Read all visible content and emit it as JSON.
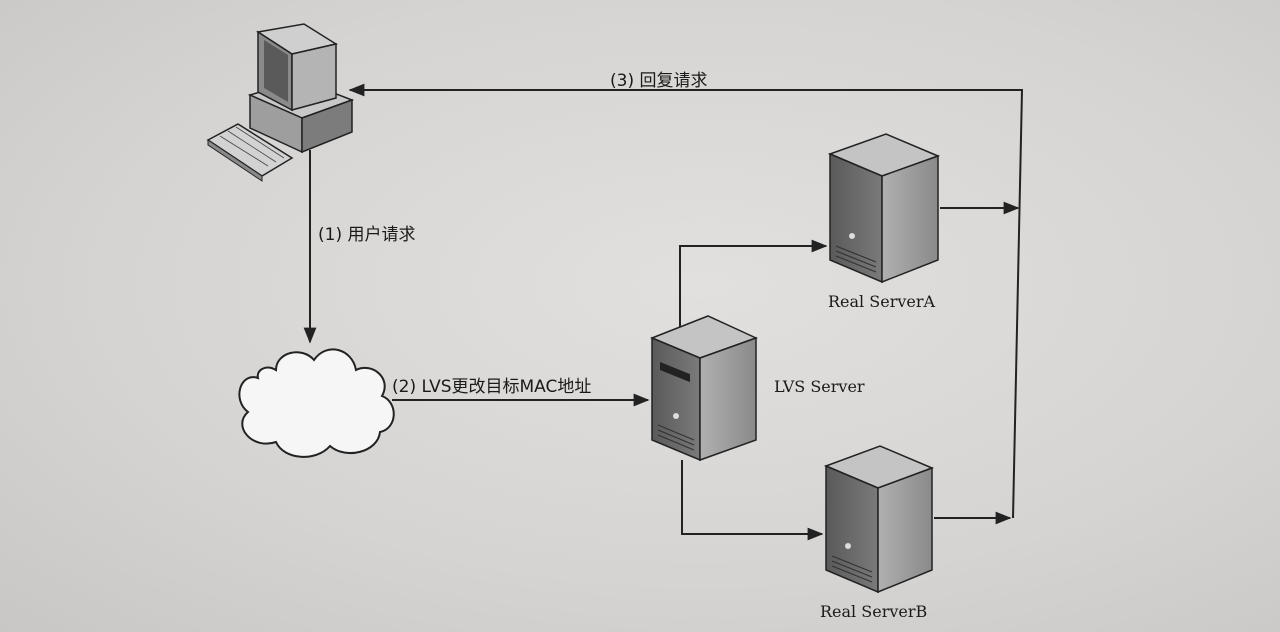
{
  "labels": {
    "reply": "(3) 回复请求",
    "request": "(1) 用户请求",
    "rewrite": "(2) LVS更改目标MAC地址"
  },
  "servers": {
    "lvs": "LVS Server",
    "real_a": "Real ServerA",
    "real_b": "Real ServerB"
  },
  "colors": {
    "line": "#222222",
    "server_front": "#6a6a6a",
    "server_side": "#9a9a9a",
    "cloud": "#f4f4f4"
  }
}
